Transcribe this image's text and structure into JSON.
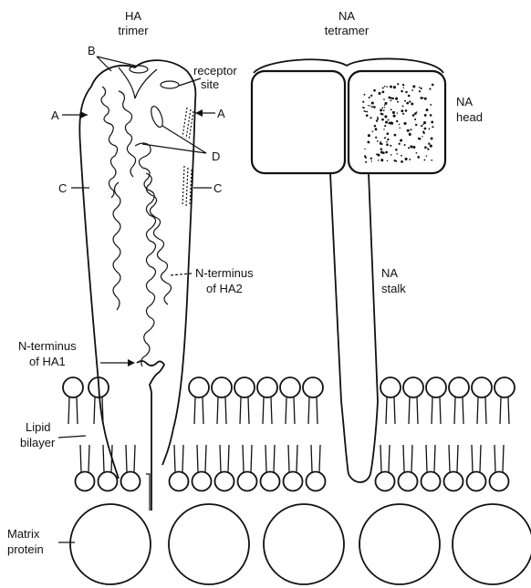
{
  "labels": {
    "ha_trimer": [
      "HA",
      "trimer"
    ],
    "na_tetramer": [
      "NA",
      "tetramer"
    ],
    "receptor_site": [
      "receptor",
      "site"
    ],
    "na_head": [
      "NA",
      "head"
    ],
    "site_a_left": "A",
    "site_a_right": "A",
    "site_b": "B",
    "site_c_left": "C",
    "site_c_right": "C",
    "site_d": "D",
    "n_terminus_ha2": [
      "N-terminus",
      "of HA2"
    ],
    "na_stalk": [
      "NA",
      "stalk"
    ],
    "n_terminus_ha1": [
      "N-terminus",
      "of HA1"
    ],
    "lipid_bilayer": [
      "Lipid",
      "bilayer"
    ],
    "matrix_protein": [
      "Matrix",
      "protein"
    ]
  },
  "colors": {
    "ink": "#111111",
    "background": "#ffffff"
  }
}
